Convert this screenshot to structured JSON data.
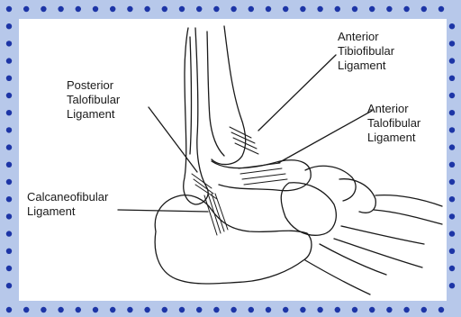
{
  "labels": {
    "anterior_tibiofibular": [
      "Anterior",
      "Tibiofibular",
      "Ligament"
    ],
    "posterior_talofibular": [
      "Posterior",
      "Talofibular",
      "Ligament"
    ],
    "anterior_talofibular": [
      "Anterior",
      "Talofibular",
      "Ligament"
    ],
    "calcaneofibular": [
      "Calcaneofibular",
      "Ligament"
    ]
  },
  "colors": {
    "frame": "#b7c8ea",
    "dot": "#1d35a6",
    "panel": "#ffffff",
    "ink": "#1a1a1a"
  }
}
